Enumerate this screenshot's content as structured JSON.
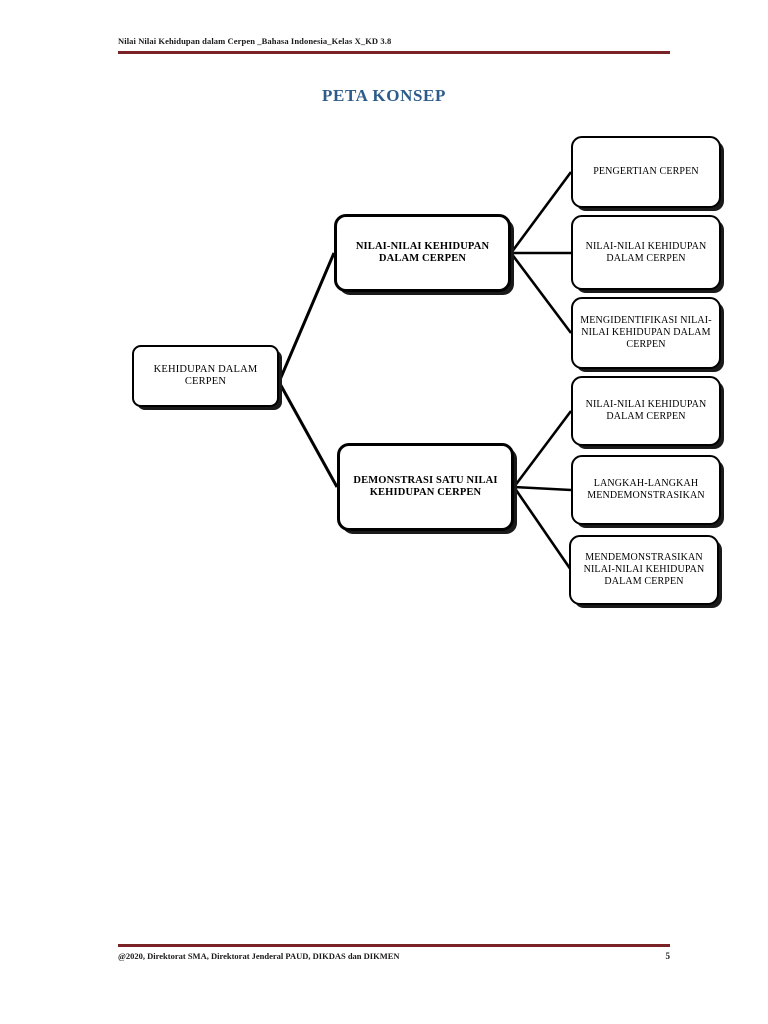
{
  "header": {
    "text": "Nilai Nilai Kehidupan dalam Cerpen _Bahasa Indonesia_Kelas X_KD 3.8",
    "rule_color": "#7b2226"
  },
  "title": {
    "text": "PETA KONSEP",
    "color": "#2e5c8a"
  },
  "footer": {
    "text": "@2020, Direktorat SMA, Direktorat Jenderal PAUD, DIKDAS dan DIKMEN",
    "page_number": "5",
    "rule_color": "#7b2226"
  },
  "diagram": {
    "type": "concept-map",
    "root": {
      "id": "root",
      "label": "KEHIDUPAN DALAM CERPEN"
    },
    "branches": [
      {
        "id": "branch-1",
        "label": "NILAI-NILAI KEHIDUPAN DALAM CERPEN",
        "children": [
          {
            "id": "leaf-1",
            "label": "PENGERTIAN CERPEN"
          },
          {
            "id": "leaf-2",
            "label": "NILAI-NILAI KEHIDUPAN DALAM CERPEN"
          },
          {
            "id": "leaf-3",
            "label": "MENGIDENTIFIKASI NILAI-NILAI KEHIDUPAN DALAM CERPEN"
          }
        ]
      },
      {
        "id": "branch-2",
        "label": "DEMONSTRASI SATU NILAI KEHIDUPAN CERPEN",
        "children": [
          {
            "id": "leaf-4",
            "label": "NILAI-NILAI KEHIDUPAN DALAM CERPEN"
          },
          {
            "id": "leaf-5",
            "label": "LANGKAH-LANGKAH MENDEMONSTRASIKAN"
          },
          {
            "id": "leaf-6",
            "label": "MENDEMONSTRASIKAN NILAI-NILAI KEHIDUPAN DALAM CERPEN"
          }
        ]
      }
    ],
    "line_color": "#000000",
    "node_border_color": "#000000",
    "node_fill_color": "#ffffff"
  }
}
